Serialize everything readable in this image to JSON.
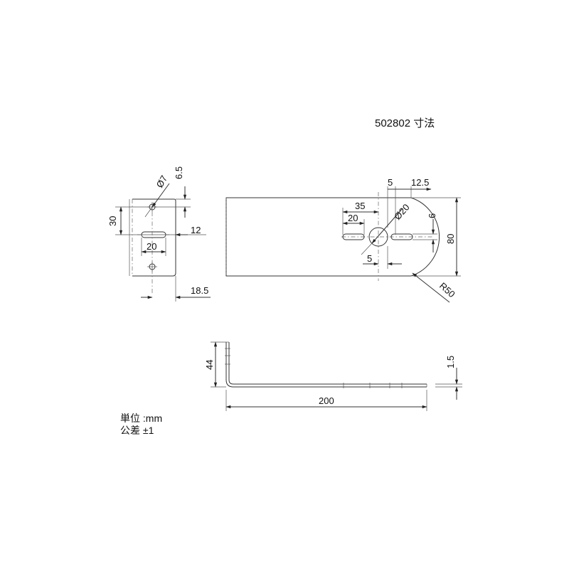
{
  "title": "502802 寸法",
  "notes": {
    "unit": "単位 :mm",
    "tolerance": "公差 ±1"
  },
  "dimensions": {
    "hole_dia_small": "Ø7",
    "hole_offset": "6.5",
    "hole_spacing": "30",
    "slot_offset": "12",
    "slot_length_side": "20",
    "flange_width": "18.5",
    "slot_gap": "5",
    "edge_to_slot": "12.5",
    "slot_to_center": "35",
    "slot_length_main": "20",
    "hole_dia_large": "Ø20",
    "slot_width": "6",
    "plate_width": "80",
    "center_gap": "5",
    "radius": "R50",
    "height": "44",
    "thickness": "1.5",
    "length": "200"
  }
}
